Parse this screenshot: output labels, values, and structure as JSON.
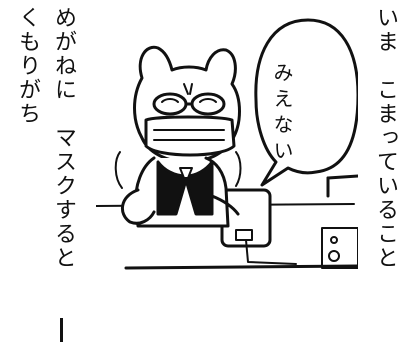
{
  "caption": {
    "column_right": "いま　こまっていること",
    "column_middle": "めがねに　マスクすると",
    "column_left": "くもりがち"
  },
  "speech_bubble": {
    "text": "みえない"
  }
}
